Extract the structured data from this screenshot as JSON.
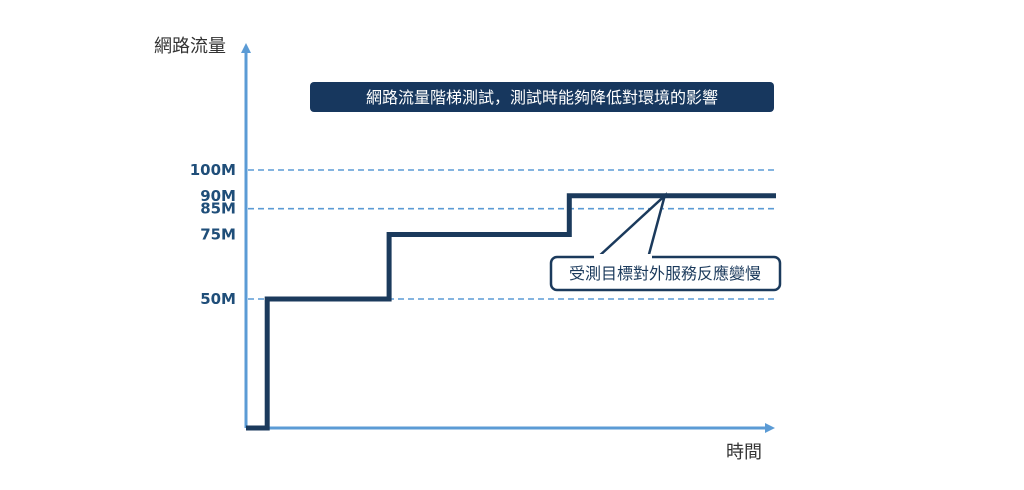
{
  "title": "網路流量階梯測試，測試時能夠降低對環境的影響",
  "y_axis_label": "網路流量",
  "x_axis_label": "時間",
  "callout": "受測目標對外服務反應變慢",
  "colors": {
    "axis": "#5b9bd5",
    "dashed": "#5b9bd5",
    "step": "#1b3a5c",
    "tick_label": "#1f4e79",
    "title_bg": "#17375e",
    "title_text": "#ffffff",
    "callout_border": "#1b3a5c",
    "axis_title": "#333333"
  },
  "chart_data": {
    "type": "line",
    "step": true,
    "x_unit": "time (unlabeled)",
    "y_ticks": [
      {
        "value": 100,
        "label": "100M",
        "dashed": true
      },
      {
        "value": 90,
        "label": "90M",
        "dashed": false
      },
      {
        "value": 85,
        "label": "85M",
        "dashed": true
      },
      {
        "value": 75,
        "label": "75M",
        "dashed": false
      },
      {
        "value": 50,
        "label": "50M",
        "dashed": true
      }
    ],
    "series": [
      {
        "points": [
          {
            "x": 0,
            "y": 0
          },
          {
            "x": 4,
            "y": 0
          },
          {
            "x": 4,
            "y": 50
          },
          {
            "x": 27,
            "y": 50
          },
          {
            "x": 27,
            "y": 75
          },
          {
            "x": 61,
            "y": 75
          },
          {
            "x": 61,
            "y": 90
          },
          {
            "x": 100,
            "y": 90
          }
        ]
      }
    ],
    "callout_target": {
      "x": 79,
      "y": 90
    }
  }
}
